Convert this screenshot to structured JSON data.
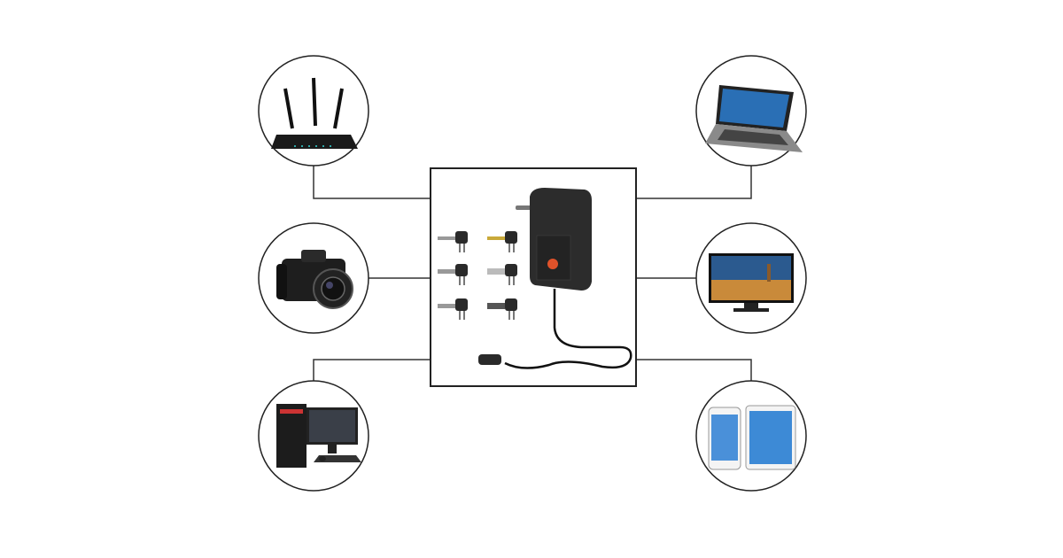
{
  "colors": {
    "line": "#333333",
    "device_dark": "#1c1c1c",
    "device_mid": "#3a3a3a",
    "screen_blue": "#2a6fb5",
    "dial_orange": "#e0522a"
  },
  "devices": [
    {
      "icon": "router-icon",
      "side": "left"
    },
    {
      "icon": "camera-icon",
      "side": "left"
    },
    {
      "icon": "desktop-computer-icon",
      "side": "left"
    },
    {
      "icon": "laptop-icon",
      "side": "right"
    },
    {
      "icon": "tv-monitor-icon",
      "side": "right"
    },
    {
      "icon": "phone-tablet-icon",
      "side": "right"
    }
  ],
  "center": {
    "icon": "universal-power-adapter-icon",
    "tip_count": 6
  }
}
